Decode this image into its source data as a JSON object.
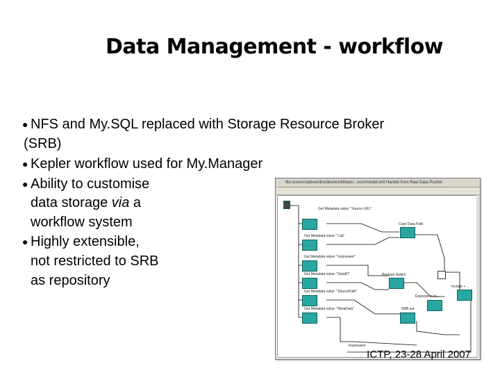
{
  "slide": {
    "title": "Data Management - workflow",
    "bullets": [
      {
        "line1": "NFS and My.SQL replaced with Storage Resource Broker",
        "line2": "(SRB)"
      },
      {
        "line1": "Kepler workflow used for My.Manager"
      },
      {
        "pre": "Ability to customise",
        "mid_pre": "data storage ",
        "mid_em": "via",
        "mid_post": " a",
        "last": "workflow system"
      },
      {
        "line1": "Highly extensible,",
        "line2": "not restricted to SRB",
        "line3": "as repository"
      }
    ],
    "footer": "ICTP, 23-28 April 2007"
  },
  "screenshot": {
    "window_title": "file:/users/slabwe/dist/dev/workflows/...ocm/model.xml Handle from Raw Data Pusher",
    "labels": {
      "a1": "Get Metadata value: \"Source URL\"",
      "a2": "Get Metadata value: \"Lab\"",
      "a3": "Get Metadata value: \"Instrument\"",
      "a4": "Get Metadata value: \"DataID\"",
      "a5": "Get Metadata value: \"SourcePath\"",
      "a6": "Get Metadata value: \"MetaData\"",
      "b1": "Copy Data Path",
      "b2": "Boolean Switch",
      "b3": "Expression to...",
      "b4": "Include + ...",
      "b5": "SRB put",
      "b6": "Expression"
    }
  }
}
